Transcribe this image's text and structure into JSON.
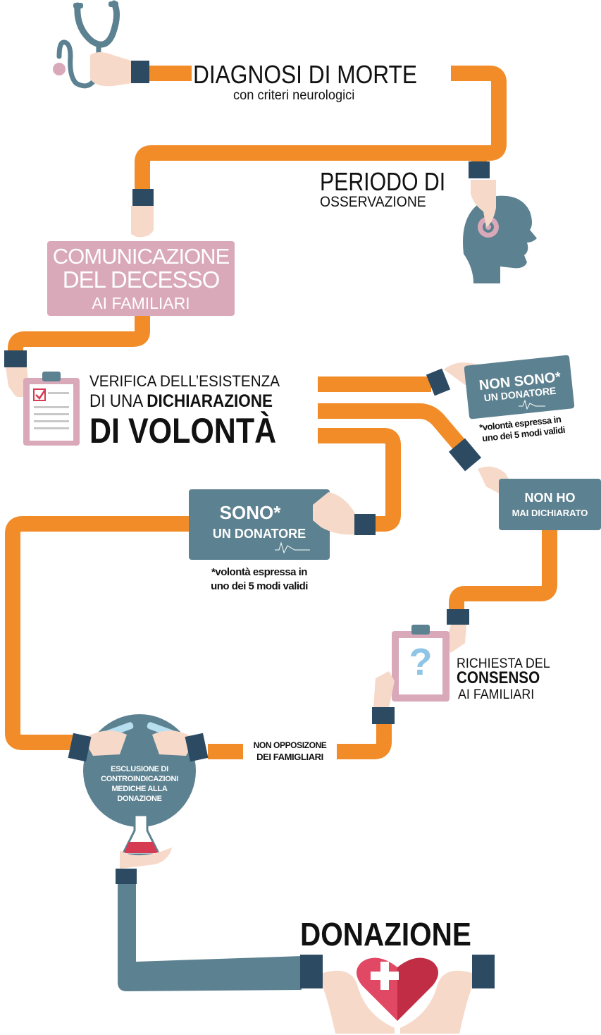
{
  "colors": {
    "orange": "#f28c28",
    "slate": "#5c8190",
    "navy": "#2d4a63",
    "pink": "#d9a9b9",
    "skin": "#f6d9c9",
    "heart_red": "#d63a53",
    "white": "#ffffff",
    "text": "#111111"
  },
  "steps": {
    "diagnosi": {
      "title": "DIAGNOSI DI MORTE",
      "subtitle": "con criteri neurologici"
    },
    "periodo": {
      "line1": "PERIODO DI",
      "line2": "OSSERVAZIONE"
    },
    "comunicazione": {
      "line1": "COMUNICAZIONE",
      "line2": "DEL DECESSO",
      "line3": "AI FAMILIARI"
    },
    "verifica": {
      "line1": "VERIFICA DELL’ESISTENZA",
      "line2_regular": "DI UNA ",
      "line2_bold": "DICHIARAZIONE",
      "line3": "DI VOLONTÀ"
    },
    "non_sono": {
      "line1": "NON SONO*",
      "line2": "UN DONATORE",
      "note1": "*volontà espressa in",
      "note2": "uno dei 5 modi validi"
    },
    "sono": {
      "line1": "SONO*",
      "line2": "UN DONATORE",
      "note1": "*volontà espressa in",
      "note2": "uno dei 5 modi validi"
    },
    "non_ho": {
      "line1": "NON HO",
      "line2": "MAI DICHIARATO"
    },
    "richiesta": {
      "line1": "RICHIESTA DEL",
      "line2": "CONSENSO",
      "line3": "AI  FAMILIARI"
    },
    "non_opposizione": {
      "line1": "NON OPPOSIZONE",
      "line2": "DEI FAMIGLIARI"
    },
    "esclusione": {
      "line1": "ESCLUSIONE DI",
      "line2": "CONTROINDICAZIONI",
      "line3": "MEDICHE ALLA",
      "line4": "DONAZIONE"
    },
    "donazione": {
      "title": "DONAZIONE"
    }
  },
  "icons": [
    "stethoscope-icon",
    "head-icon",
    "clipboard-check-icon",
    "clipboard-question-icon",
    "flask-icon",
    "test-tubes-icon",
    "heart-cross-icon",
    "hand-icon"
  ]
}
